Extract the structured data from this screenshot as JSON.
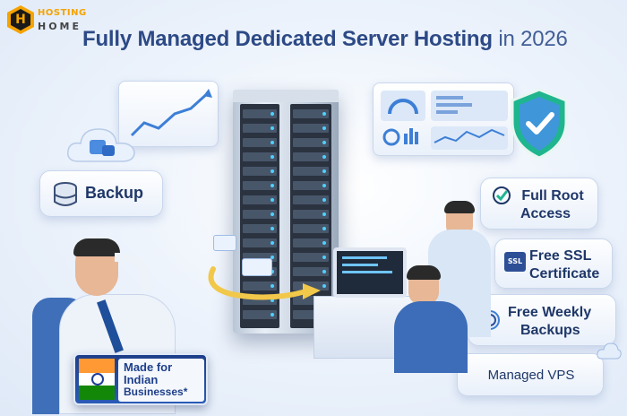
{
  "brand": {
    "line1": "HOSTING",
    "line2": "HOME",
    "mark": "H"
  },
  "headline": {
    "main": "Fully Managed Dedicated Server Hosting",
    "year": "in 2026"
  },
  "cards": {
    "backup": "Backup",
    "root": [
      "Full Root",
      "Access"
    ],
    "ssl": [
      "Free SSL",
      "Certificate"
    ],
    "ssl_badge": "SSL",
    "weekly": [
      "Free Weekly",
      "Backups"
    ],
    "vps": "Managed VPS"
  },
  "badge": {
    "line1": "Made for",
    "line2": "Indian",
    "line3": "Businesses*"
  },
  "colors": {
    "title": "#2d4a86",
    "accent": "#3d7fd6",
    "shield": "#1fb58f",
    "logo": "#f5a300"
  }
}
